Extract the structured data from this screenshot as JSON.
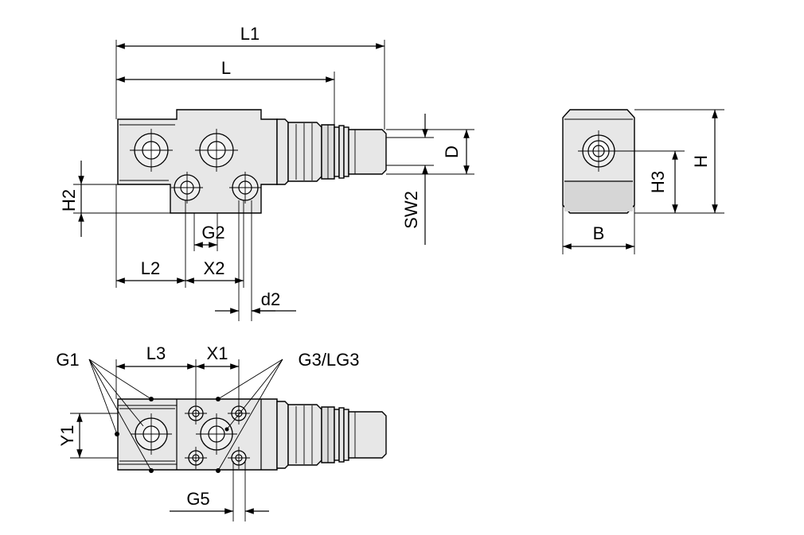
{
  "labels": {
    "L1": "L1",
    "L": "L",
    "H2": "H2",
    "G2": "G2",
    "L2": "L2",
    "X2": "X2",
    "d2": "d2",
    "D": "D",
    "SW2": "SW2",
    "H": "H",
    "H3": "H3",
    "B": "B",
    "G1": "G1",
    "L3": "L3",
    "X1": "X1",
    "G3_LG3": "G3/LG3",
    "Y1": "Y1",
    "G5": "G5"
  },
  "colors": {
    "line": "#000000",
    "body": "#e7e7e7",
    "background": "#ffffff"
  }
}
